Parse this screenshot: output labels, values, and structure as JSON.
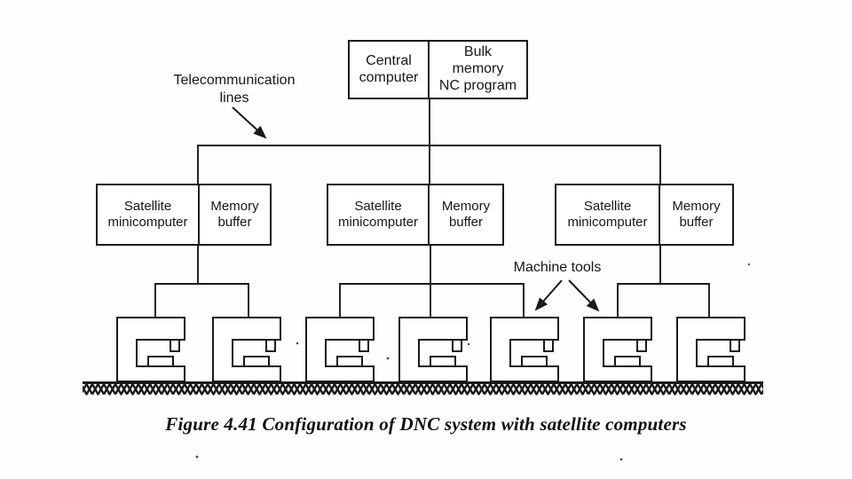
{
  "colors": {
    "ink": "#1a1a1a",
    "paper": "#fefefe"
  },
  "figure": {
    "caption": "Figure 4.41 Configuration of DNC system with satellite computers",
    "central_box": {
      "left_cell": "Central\ncomputer",
      "right_cell": "Bulk\nmemory\nNC program"
    },
    "telecom_label": "Telecommunication\nlines",
    "machine_tools": {
      "label": "Machine tools",
      "count": 7
    },
    "satellites": [
      {
        "left_cell": "Satellite\nminicomputer",
        "right_cell": "Memory\nbuffer"
      },
      {
        "left_cell": "Satellite\nminicomputer",
        "right_cell": "Memory\nbuffer"
      },
      {
        "left_cell": "Satellite\nminicomputer",
        "right_cell": "Memory\nbuffer"
      }
    ]
  }
}
